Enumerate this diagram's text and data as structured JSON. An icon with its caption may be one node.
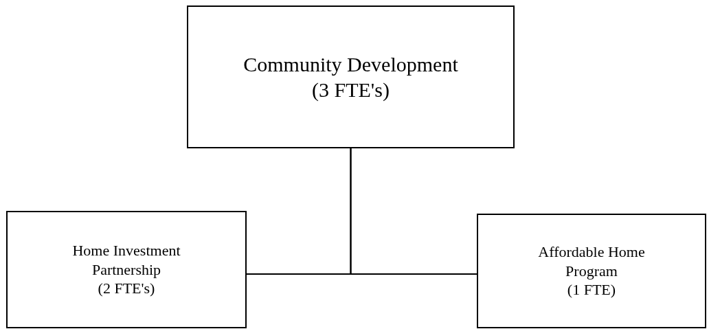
{
  "diagram": {
    "nodes": [
      {
        "text": [
          "Community Development",
          "(3 FTE's)"
        ]
      },
      {
        "text": [
          "Home Investment Partnership",
          "(2 FTE's)"
        ]
      },
      {
        "text": [
          "Affordable Home Program",
          "(1 FTE)"
        ]
      }
    ],
    "edges": [
      {
        "from": 0,
        "to": 1,
        "arrow": "none"
      },
      {
        "from": 0,
        "to": 2,
        "arrow": "none"
      }
    ]
  }
}
